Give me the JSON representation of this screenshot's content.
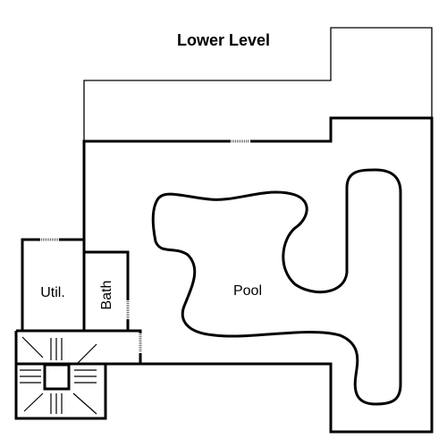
{
  "title": "Lower Level",
  "rooms": {
    "pool": "Pool",
    "util": "Util.",
    "bath": "Bath"
  }
}
